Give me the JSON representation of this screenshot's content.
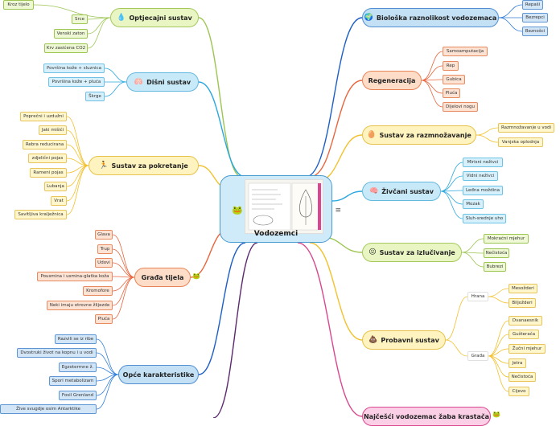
{
  "center": {
    "title": "Vodozemci",
    "icon": "frog-icon"
  },
  "branches": {
    "optjecajni": {
      "label": "Optjecajni sustav",
      "icon": "blood-drop-icon",
      "items": [
        "Kroz tijelo",
        "Srce",
        "Venski zaton",
        "Krv zasićena CO2"
      ]
    },
    "disni": {
      "label": "Dišni sustav",
      "icon": "lungs-icon",
      "items": [
        "Površina kože + sluznica",
        "Površina kože + pluća",
        "Škrge"
      ]
    },
    "pokretanje": {
      "label": "Sustav za pokretanje",
      "icon": "running-icon",
      "items": [
        "Poprečni i uzdužni",
        "Jaki mišići",
        "Rebra reducirana",
        "zdjelični pojas",
        "Rameni pojas",
        "Lubanja",
        "Vrat",
        "Savitljiva kralježnica"
      ]
    },
    "gradja": {
      "label": "Građa tijela",
      "icon": "frog-icon",
      "items": [
        "Glava",
        "Trup",
        "Udovi",
        "Pousmina i usmina-glatka koža",
        "Kromofore",
        "Neki imaju otrovne žlijezde",
        "Pluća"
      ]
    },
    "opce": {
      "label": "Opće karakteristike",
      "items": [
        "Razvili se iz ribe",
        "Dvostruki život na kopnu i u vodi",
        "Egzotermne ž.",
        "Spori metabolizam",
        "Fosil Grenland",
        "Žive svugdje osim Antarktike"
      ]
    },
    "bioloska": {
      "label": "Biološka raznolikost vodozemaca",
      "icon": "globe-icon",
      "items": [
        "Repaši",
        "Bezrepci",
        "Beznošci"
      ]
    },
    "regeneracija": {
      "label": "Regeneracija",
      "items": [
        "Samoamputacija",
        "Rep",
        "Gubica",
        "Pluća",
        "Dijelovi nogu"
      ]
    },
    "razmnozavanje": {
      "label": "Sustav za razmnožavanje",
      "icon": "egg-icon",
      "items": [
        "Razmnožavanje u vodi",
        "Vanjska oplodnja"
      ]
    },
    "zivcani": {
      "label": "Živčani sustav",
      "icon": "brain-icon",
      "items": [
        "Mirisni neživci",
        "Vidni neživci",
        "Leđna moždina",
        "Mozak",
        "Sluh-srednje uho"
      ]
    },
    "izlucivanje": {
      "label": "Sustav za izlučivanje",
      "icon": "face-icon",
      "items": [
        "Mokraćni mjehur",
        "Nečistoća",
        "Bubrezi"
      ]
    },
    "probavni": {
      "label": "Probavni sustav",
      "icon": "poop-icon",
      "sub": [
        {
          "label": "Hrana",
          "items": [
            "Mesožderi",
            "Biljožderi"
          ]
        },
        {
          "label": "Građa",
          "items": [
            "Dvanaesnik",
            "Gušterača",
            "Žučni mjehur",
            "Jetra",
            "Nečistoća",
            "Cijevo"
          ]
        }
      ]
    },
    "zaba": {
      "label": "Najčešći vodozemac žaba krastača",
      "icon": "frog-icon"
    }
  },
  "colors": {
    "green": "#9cc552",
    "blue": "#2aa7df",
    "yellow": "#f2c12e",
    "orange": "#e8643c",
    "darkblue": "#2f7ed8",
    "navy": "#1d5fc4",
    "pink": "#d8478f",
    "purple": "#5b2a6e"
  }
}
